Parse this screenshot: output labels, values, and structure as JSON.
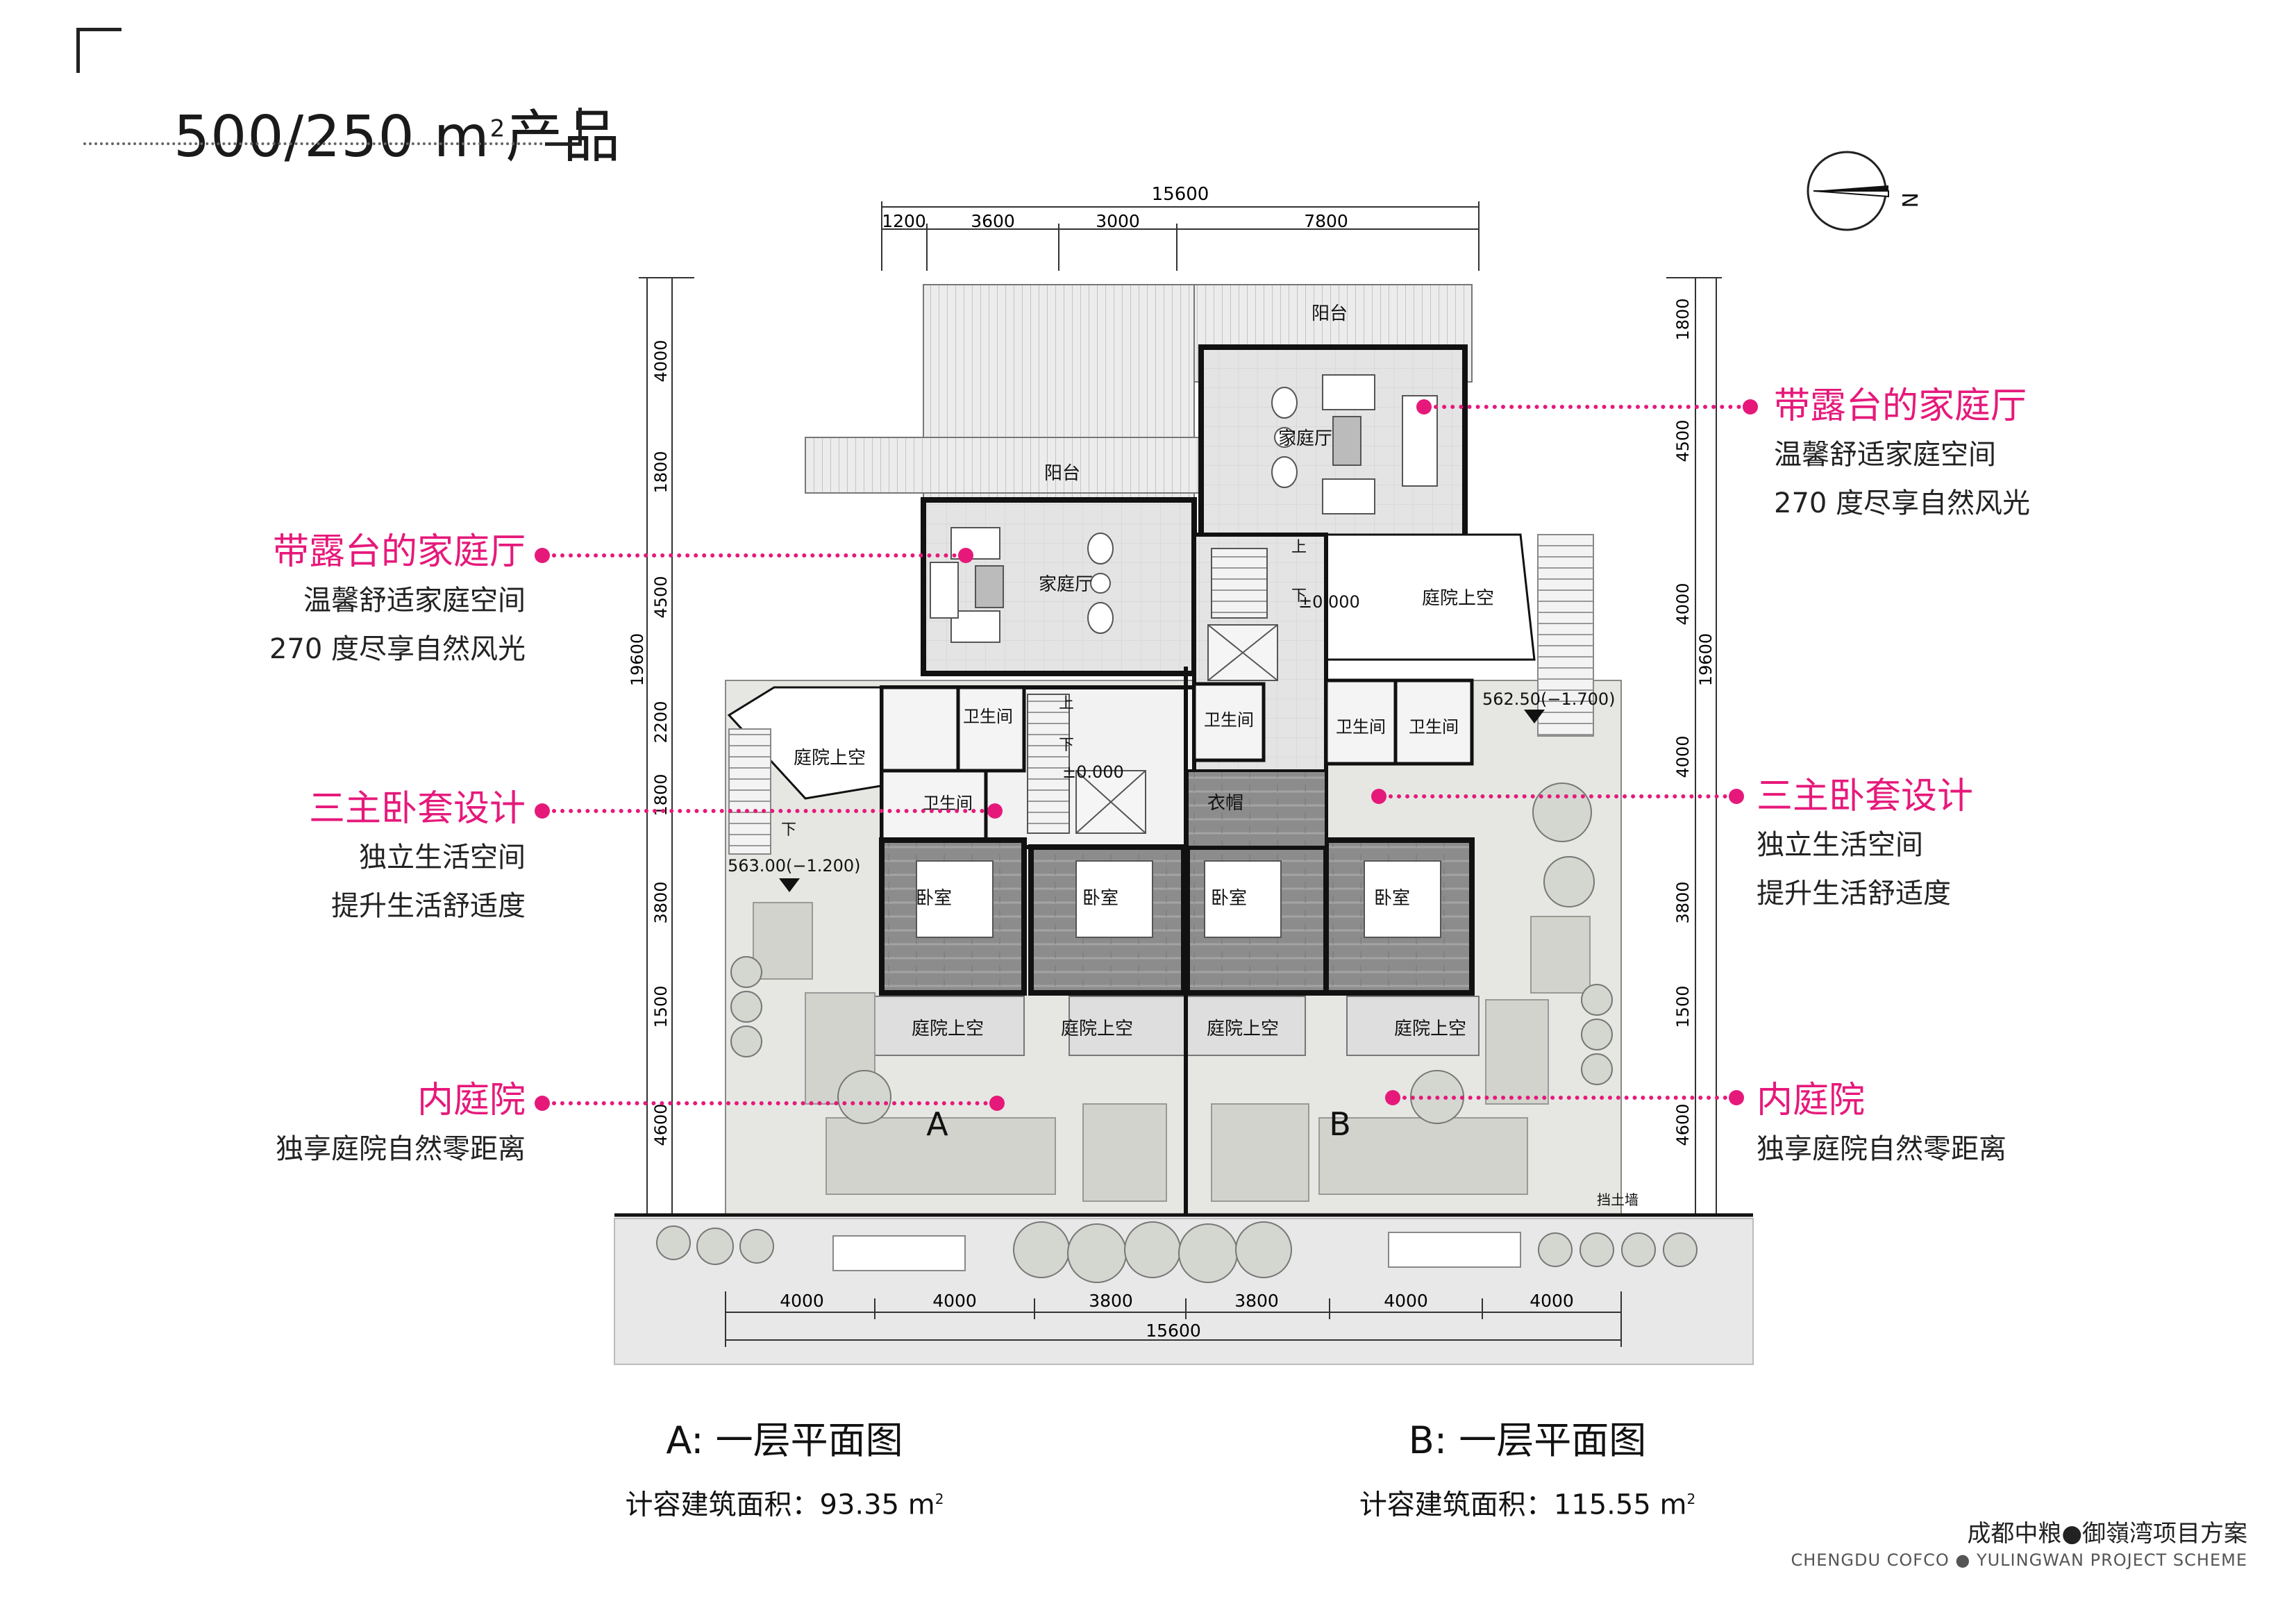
{
  "header": {
    "title_prefix": "500/250 m",
    "title_sup": "2",
    "title_suffix": "产品"
  },
  "compass": {
    "label": "N"
  },
  "plan": {
    "dims_top": {
      "total": "15600",
      "segments": [
        "1200",
        "3600",
        "3000",
        "7800"
      ]
    },
    "dims_bottom": {
      "total": "15600",
      "segments": [
        "4000",
        "4000",
        "3800",
        "3800",
        "4000",
        "4000"
      ]
    },
    "dims_left": {
      "total": "19600",
      "segments": [
        "4000",
        "1800",
        "4500",
        "2200",
        "1800",
        "3800",
        "1500",
        "4600"
      ]
    },
    "dims_right": {
      "total": "19600",
      "segments": [
        "1800",
        "4500",
        "4000",
        "4000",
        "3800",
        "1500",
        "4600"
      ]
    },
    "rooms": {
      "balcony_a": "阳台",
      "balcony_b": "阳台",
      "family_hall_a": "家庭厅",
      "family_hall_b": "家庭厅",
      "court_void_nw": "庭院上空",
      "court_void_ne": "庭院上空",
      "bath_1": "卫生间",
      "bath_2": "卫生间",
      "bath_3": "卫生间",
      "bath_4": "卫生间",
      "bath_5": "卫生间",
      "closet": "衣帽",
      "bedroom_1": "卧室",
      "bedroom_2": "卧室",
      "bedroom_3": "卧室",
      "bedroom_4": "卧室",
      "court_void_s1": "庭院上空",
      "court_void_s2": "庭院上空",
      "court_void_s3": "庭院上空",
      "court_void_s4": "庭院上空",
      "retaining_wall": "挡土墙"
    },
    "unit_labels": {
      "a": "A",
      "b": "B"
    },
    "stairs": {
      "up": "上",
      "down": "下"
    },
    "levels": {
      "level_a": "563.00(−1.200)",
      "level_b": "562.50(−1.700)",
      "zero_a": "±0.000",
      "zero_b": "±0.000"
    }
  },
  "callouts_left": [
    {
      "heading": "带露台的家庭厅",
      "lines": [
        "温馨舒适家庭空间",
        "270 度尽享自然风光"
      ]
    },
    {
      "heading": "三主卧套设计",
      "lines": [
        "独立生活空间",
        "提升生活舒适度"
      ]
    },
    {
      "heading": "内庭院",
      "lines": [
        "独享庭院自然零距离"
      ]
    }
  ],
  "callouts_right": [
    {
      "heading": "带露台的家庭厅",
      "lines": [
        "温馨舒适家庭空间",
        "270 度尽享自然风光"
      ]
    },
    {
      "heading": "三主卧套设计",
      "lines": [
        "独立生活空间",
        "提升生活舒适度"
      ]
    },
    {
      "heading": "内庭院",
      "lines": [
        "独享庭院自然零距离"
      ]
    }
  ],
  "captions": {
    "a": {
      "title": "A: 一层平面图",
      "area_label": "计容建筑面积：",
      "area_value": "93.35 m",
      "area_sup": "2"
    },
    "b": {
      "title": "B: 一层平面图",
      "area_label": "计容建筑面积：",
      "area_value": "115.55 m",
      "area_sup": "2"
    }
  },
  "footer": {
    "cn": "成都中粮●御嶺湾项目方案",
    "en": "CHENGDU COFCO ● YULINGWAN  PROJECT SCHEME"
  },
  "colors": {
    "accent": "#e6197b",
    "wall": "#111111",
    "garden": "#e6e7e2"
  }
}
